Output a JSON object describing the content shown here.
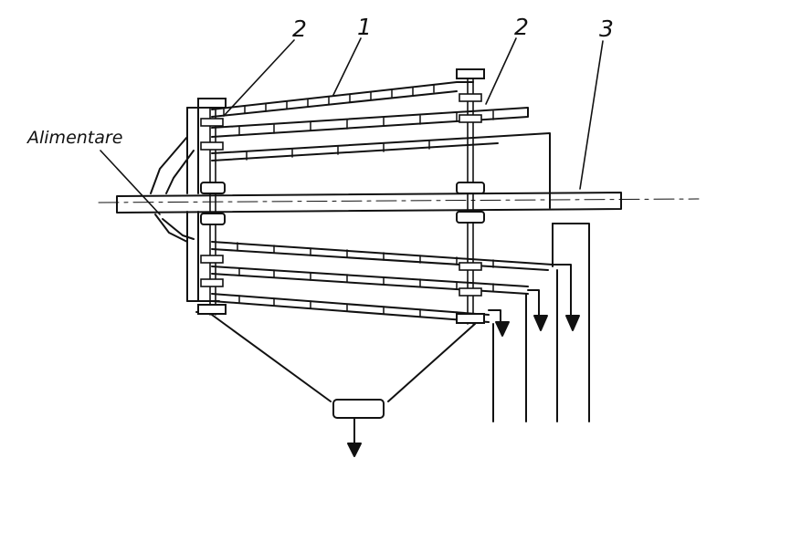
{
  "labels": {
    "feed": "Alimentare",
    "part_1": "1",
    "part_2_left": "2",
    "part_2_right": "2",
    "part_3": "3"
  },
  "colors": {
    "ink": "#111111",
    "background": "#ffffff"
  }
}
